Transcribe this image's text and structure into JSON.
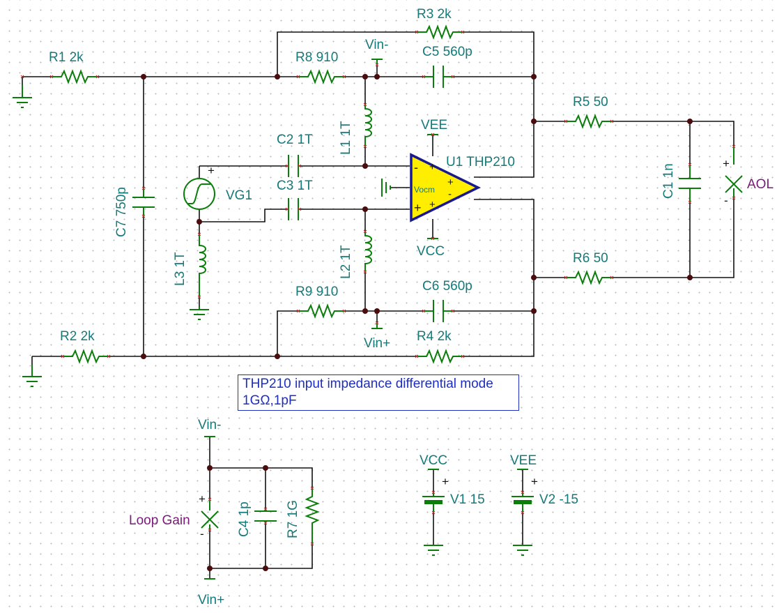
{
  "schematic": {
    "labels": {
      "r1": "R1 2k",
      "r2": "R2 2k",
      "r3": "R3 2k",
      "r4": "R4 2k",
      "r5": "R5 50",
      "r6": "R6 50",
      "r7": "R7 1G",
      "r8": "R8 910",
      "r9": "R9 910",
      "c1": "C1 1n",
      "c2": "C2 1T",
      "c3": "C3 1T",
      "c4": "C4 1p",
      "c5": "C5 560p",
      "c6": "C6 560p",
      "c7": "C7 750p",
      "l1": "L1 1T",
      "l2": "L2 1T",
      "l3": "L3 1T",
      "vg1": "VG1",
      "u1": "U1 THP210",
      "vocm": "Vocm",
      "v1": "V1 15",
      "v2": "V2 -15"
    },
    "nets": {
      "vin_minus": "Vin-",
      "vin_plus": "Vin+",
      "vee": "VEE",
      "vcc": "VCC"
    },
    "probes": {
      "aol": "AOL",
      "loop_gain": "Loop Gain"
    },
    "signs": {
      "plus": "+",
      "minus": "-"
    }
  },
  "note": {
    "line1": "THP210 input impedance differential mode",
    "line2": "1GΩ,1pF"
  },
  "colors": {
    "wire": "#111111",
    "component": "#0a7d0a",
    "label": "#157a7a",
    "probe_label": "#7a1a7a",
    "opamp_fill": "#ffee00",
    "opamp_outline": "#1a1a8e",
    "note": "#1e2ec0"
  }
}
